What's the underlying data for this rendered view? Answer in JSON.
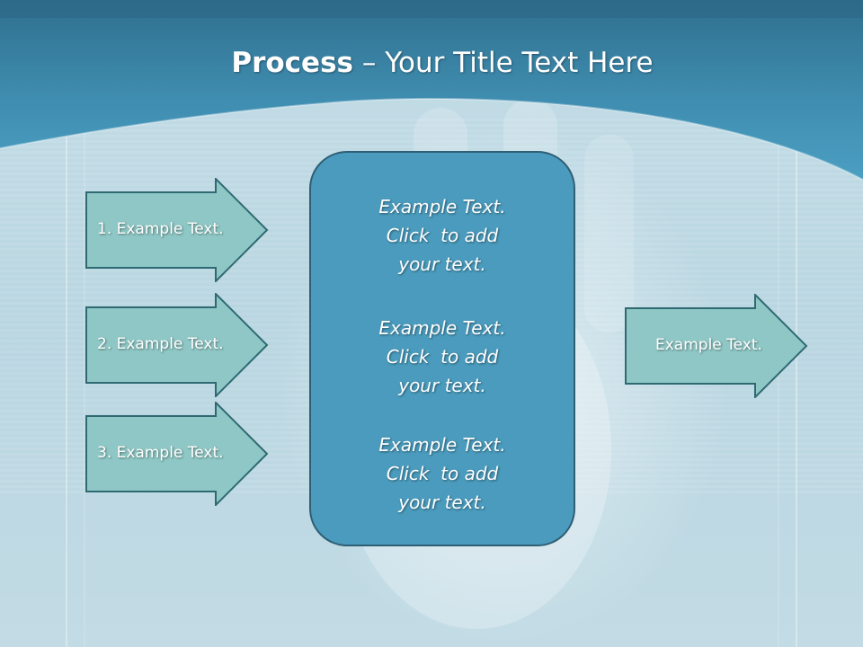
{
  "slide": {
    "title_bold": "Process",
    "title_rest": " – Your Title Text Here",
    "inputs": [
      {
        "label": "1. Example Text."
      },
      {
        "label": "2. Example Text."
      },
      {
        "label": "3. Example Text."
      }
    ],
    "center_blocks": [
      {
        "lines": [
          "Example Text.",
          "Click  to add",
          "your text."
        ]
      },
      {
        "lines": [
          "Example Text.",
          "Click  to add",
          "your text."
        ]
      },
      {
        "lines": [
          "Example Text.",
          "Click  to add",
          "your text."
        ]
      }
    ],
    "output": {
      "label": "Example Text."
    },
    "colors": {
      "header": "#3f8fb1",
      "arrow_fill": "#8ec7c5",
      "arrow_stroke": "#2f6a73",
      "box_fill": "#4a9bbd",
      "box_stroke": "#2f5f75"
    }
  }
}
